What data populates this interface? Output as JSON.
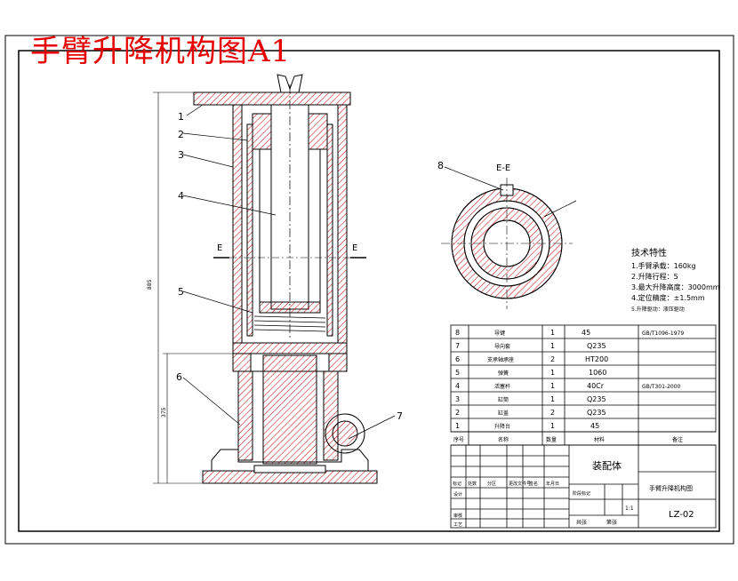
{
  "page_title": "手臂升降机构图A1",
  "section": {
    "label": "E-E",
    "cut_mark_left": "E",
    "cut_mark_right": "E"
  },
  "dims": {
    "total_height": "885",
    "lower_height": "375"
  },
  "balloons": [
    "1",
    "2",
    "3",
    "4",
    "5",
    "6",
    "7",
    "8"
  ],
  "tech": {
    "title": "技术特性",
    "lines": [
      "1.手臂承载：160kg",
      "2.升降行程：5",
      "3.最大升降高度：3000mm",
      "4.定位精度：±1.5mm",
      "5.升降驱动：液压驱动"
    ]
  },
  "bom": {
    "rows": [
      {
        "no": "8",
        "name": "导键",
        "qty": "1",
        "material": "45",
        "remark": "GB/T1096-1979"
      },
      {
        "no": "7",
        "name": "导向套",
        "qty": "1",
        "material": "Q235",
        "remark": ""
      },
      {
        "no": "6",
        "name": "支承轴承座",
        "qty": "2",
        "material": "HT200",
        "remark": ""
      },
      {
        "no": "5",
        "name": "弹簧",
        "qty": "1",
        "material": "1060",
        "remark": ""
      },
      {
        "no": "4",
        "name": "活塞杆",
        "qty": "1",
        "material": "40Cr",
        "remark": "GB/T301-2000"
      },
      {
        "no": "3",
        "name": "缸筒",
        "qty": "1",
        "material": "Q235",
        "remark": ""
      },
      {
        "no": "2",
        "name": "缸盖",
        "qty": "2",
        "material": "Q235",
        "remark": ""
      },
      {
        "no": "1",
        "name": "升降台",
        "qty": "1",
        "material": "45",
        "remark": ""
      }
    ],
    "header": {
      "no": "序号",
      "name": "名称",
      "qty": "数量",
      "material": "材料",
      "remark": "备注"
    }
  },
  "title_block": {
    "assembly": "装配体",
    "drawing_name": "手臂升降机构图",
    "drawing_no": "LZ-02",
    "row_labels": [
      "标记",
      "处数",
      "分区",
      "更改文件号",
      "签名",
      "年月日"
    ],
    "side_labels": [
      "设计",
      "审核",
      "工艺"
    ],
    "stage": "阶段标记",
    "sheet_cells": [
      "共张",
      "第张"
    ],
    "scale_value": "1:1"
  }
}
